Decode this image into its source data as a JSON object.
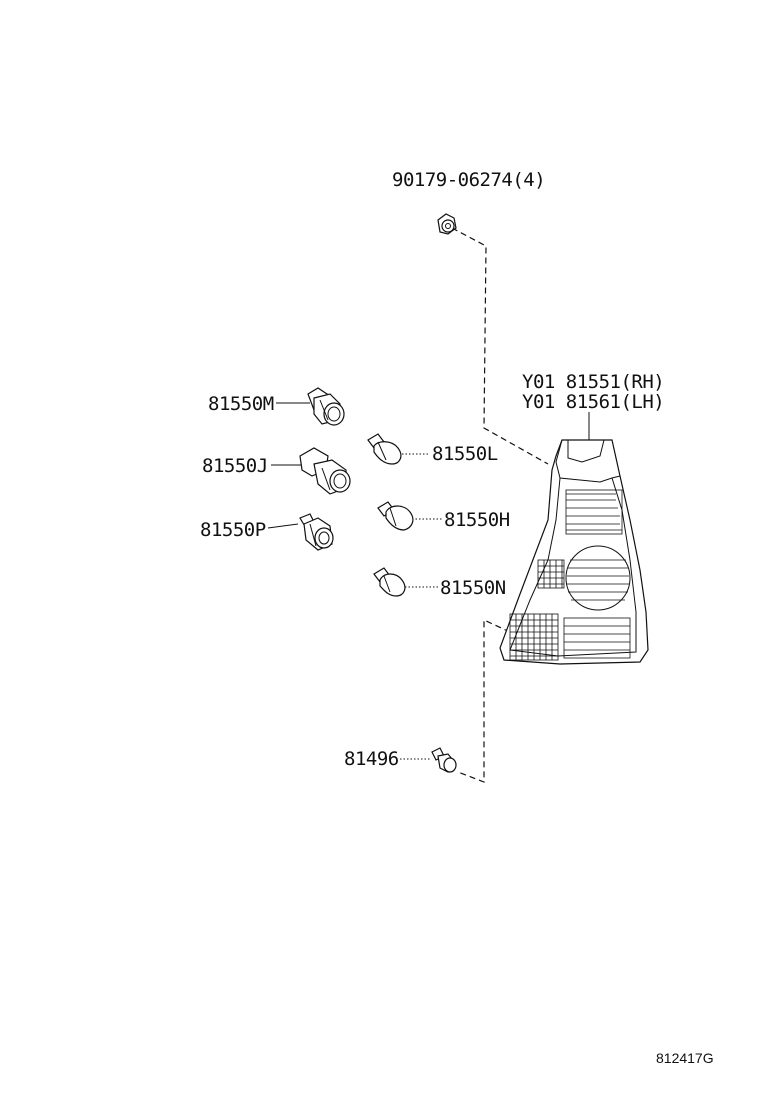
{
  "parts": {
    "screw": "90179-06274(4)",
    "lamp_rh": "Y01 81551(RH)",
    "lamp_lh": "Y01 81561(LH)",
    "socket_m": "81550M",
    "socket_j": "81550J",
    "socket_p": "81550P",
    "bulb_l": "81550L",
    "bulb_h": "81550H",
    "bulb_n": "81550N",
    "clip": "81496"
  },
  "diagram_code": "812417G"
}
